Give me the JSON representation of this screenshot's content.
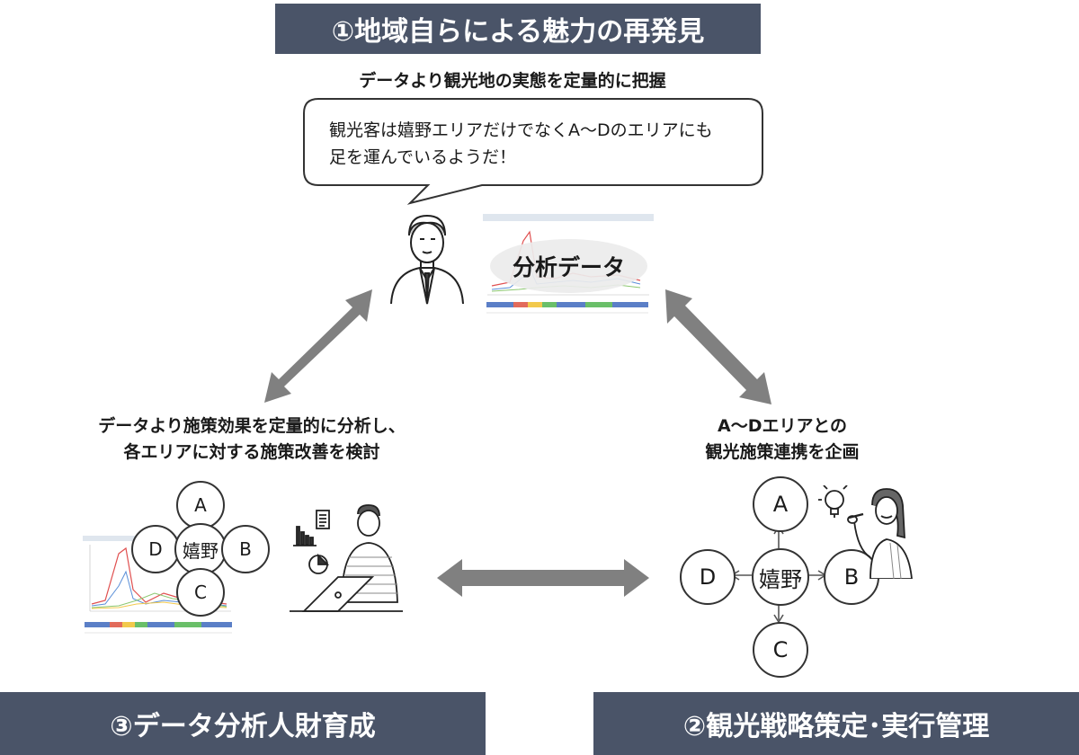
{
  "banners": {
    "top": "①地域自らによる魅力の再発見",
    "bottom_left": "③データ分析人財育成",
    "bottom_right": "②観光戦略策定･実行管理"
  },
  "top_section": {
    "heading": "データより観光地の実態を定量的に把握",
    "speech_line1": "観光客は嬉野エリアだけでなくA～Dのエリアにも",
    "speech_line2": "足を運んでいるようだ！",
    "data_label": "分析データ"
  },
  "left_section": {
    "heading_line1": "データより施策効果を定量的に分析し、",
    "heading_line2": "各エリアに対する施策改善を検討",
    "center": "嬉野",
    "areas": [
      "A",
      "B",
      "C",
      "D"
    ]
  },
  "right_section": {
    "heading_line1": "A～Dエリアとの",
    "heading_line2": "観光施策連携を企画",
    "center": "嬉野",
    "areas": [
      "A",
      "B",
      "C",
      "D"
    ]
  },
  "colors": {
    "banner": "#4a5468",
    "arrow": "#808080"
  }
}
